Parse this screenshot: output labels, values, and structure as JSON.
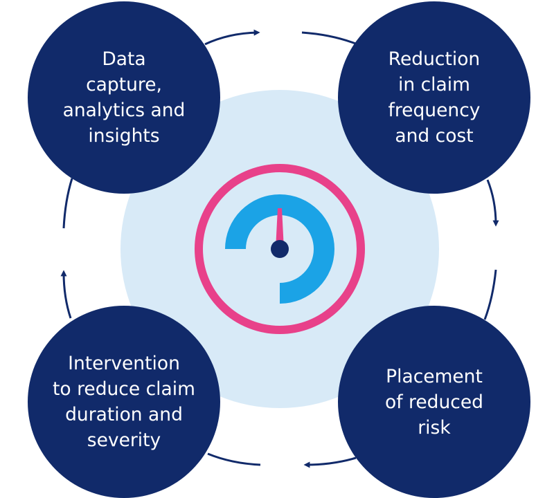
{
  "diagram": {
    "nodes": [
      {
        "id": "data-capture",
        "label": "Data capture, analytics and insights",
        "lines": [
          "Data",
          "capture,",
          "analytics and",
          "insights"
        ]
      },
      {
        "id": "reduction",
        "label": "Reduction in claim frequency and cost",
        "lines": [
          "Reduction",
          "in claim",
          "frequency",
          "and cost"
        ]
      },
      {
        "id": "placement",
        "label": "Placement of reduced risk",
        "lines": [
          "Placement",
          "of reduced",
          "risk"
        ]
      },
      {
        "id": "intervention",
        "label": "Intervention to reduce claim duration and severity",
        "lines": [
          "Intervention",
          "to reduce claim",
          "duration and",
          "severity"
        ]
      }
    ],
    "cycle_order": [
      "data-capture",
      "reduction",
      "placement",
      "intervention"
    ],
    "center_icon": "speedometer-gauge-icon"
  },
  "colors": {
    "node_fill": "#112a6a",
    "node_text": "#ffffff",
    "background_disc": "#d8eaf7",
    "ring": "#e8418a",
    "gauge_arc": "#1ba3e6",
    "needle": "#e8418a",
    "hub": "#112a6a",
    "arrow": "#112a6a"
  }
}
